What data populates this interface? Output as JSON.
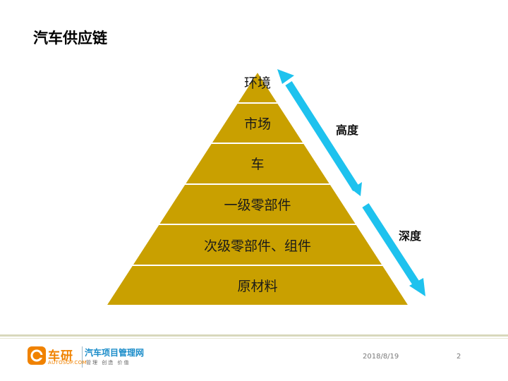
{
  "slide": {
    "title": "汽车供应链",
    "layers": [
      {
        "label": "环境"
      },
      {
        "label": "市场"
      },
      {
        "label": "车"
      },
      {
        "label": "一级零部件"
      },
      {
        "label": "次级零部件、组件"
      },
      {
        "label": "原材料"
      }
    ],
    "arrows": {
      "height_label": "高度",
      "depth_label": "深度"
    }
  },
  "colors": {
    "pyramid_fill": "#C9A000",
    "pyramid_divider": "#FFFFFF",
    "arrow_fill": "#1EC2EE",
    "logo_orange": "#F08200",
    "logo_blue": "#1A8CC9"
  },
  "footer": {
    "logo_brand": "车研",
    "logo_domain": "AUTOSOP.COM",
    "logo_name": "汽车项目管理网",
    "logo_slogan": "管理 创造 价值",
    "date": "2018/8/19",
    "page_number": "2"
  }
}
